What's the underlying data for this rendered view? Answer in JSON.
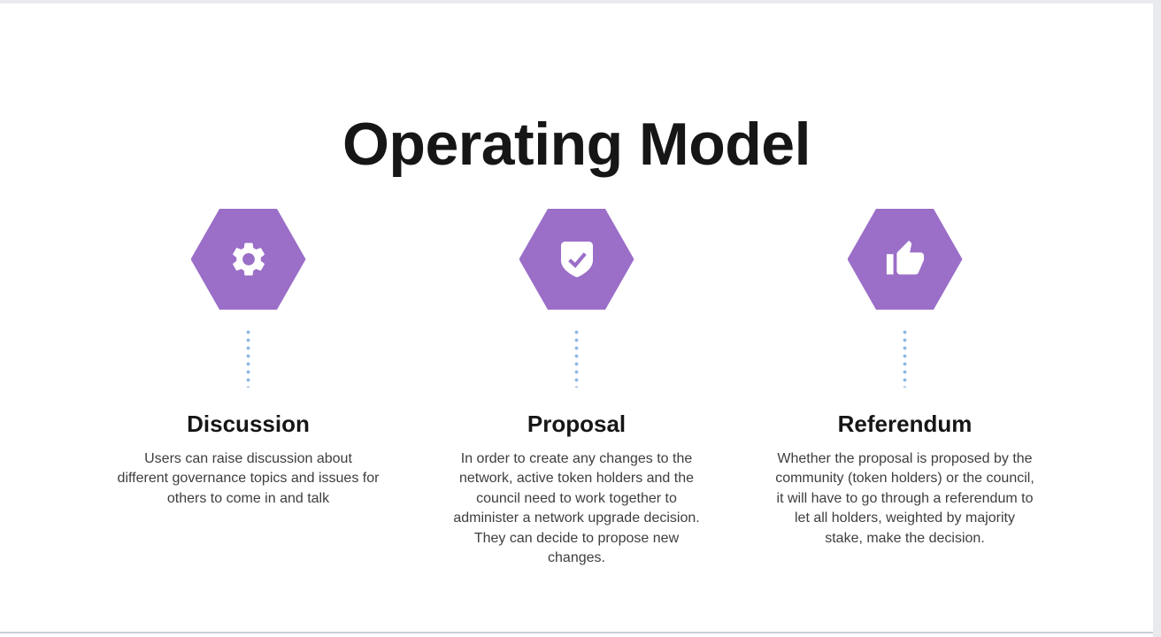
{
  "slide": {
    "title": "Operating Model",
    "columns": [
      {
        "icon": "gear-icon",
        "heading": "Discussion",
        "body": "Users can raise discussion about different governance topics and issues for others to come in and talk"
      },
      {
        "icon": "shield-check-icon",
        "heading": "Proposal",
        "body": "In order to create any changes to the network, active token holders and the council need to work together to administer a network upgrade decision. They can decide to propose new changes."
      },
      {
        "icon": "thumbs-up-icon",
        "heading": "Referendum",
        "body": "Whether the proposal is proposed by the community (token holders) or the council, it will have to go through a referendum to let all holders, weighted by majority stake, make the decision."
      }
    ],
    "colors": {
      "hexagon": "#9b6ec8",
      "icon": "#ffffff",
      "dotted_line": "#8fb7e1",
      "heading_text": "#161616",
      "body_text": "#3e3e3e",
      "slide_background": "#ffffff",
      "app_background": "#e8eaee",
      "bottom_divider": "#c7cfda"
    }
  }
}
